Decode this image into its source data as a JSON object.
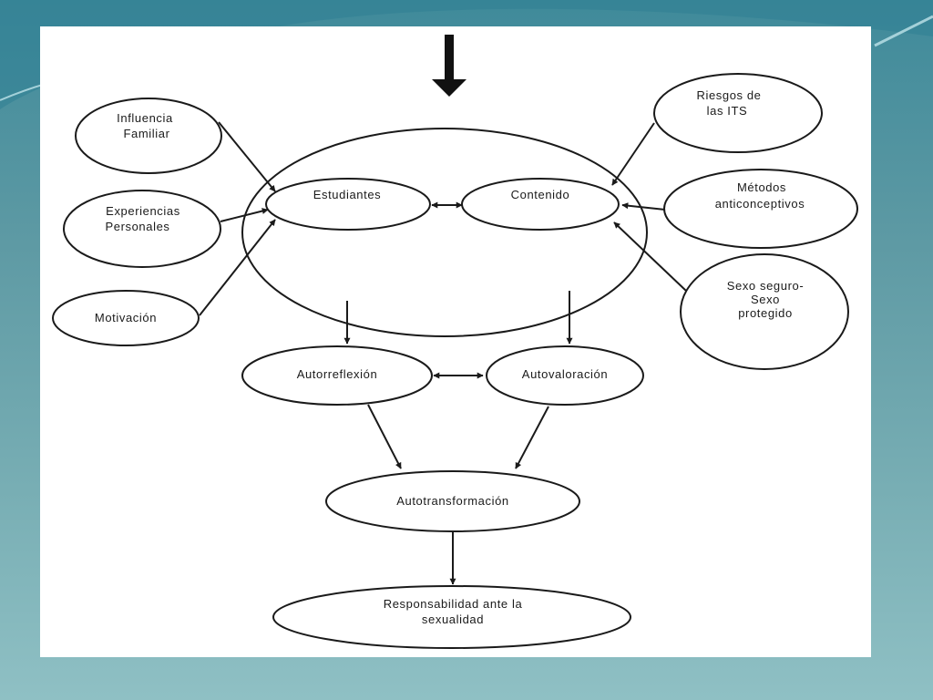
{
  "nodes": {
    "influencia": [
      "Influencia",
      "Familiar"
    ],
    "experiencias": [
      "Experiencias",
      "Personales"
    ],
    "motivacion": [
      "Motivación"
    ],
    "estudiantes": [
      "Estudiantes"
    ],
    "contenido": [
      "Contenido"
    ],
    "riesgos": [
      "Riesgos de",
      "las ITS"
    ],
    "metodos": [
      "Métodos",
      "anticonceptivos"
    ],
    "sexo": [
      "Sexo seguro-",
      "Sexo",
      "protegido"
    ],
    "autorreflexion": [
      "Autorreflexión"
    ],
    "autovaloracion": [
      "Autovaloración"
    ],
    "autotransformacion": [
      "Autotransformación"
    ],
    "responsabilidad": [
      "Responsabilidad ante la",
      "sexualidad"
    ]
  },
  "colors": {
    "slide_top": "#3f8a9a",
    "slide_bottom": "#8fc0c4",
    "diagram_stroke": "#1a1a1a",
    "figure_bg": "#ffffff"
  },
  "icons": {
    "top_arrow": "thick-down-arrow-icon"
  }
}
